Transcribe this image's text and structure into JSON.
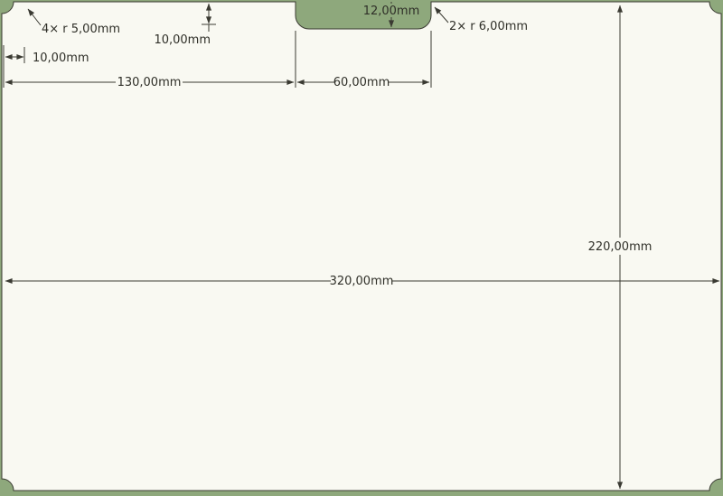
{
  "drawing": {
    "title": "dimensioned plate drawing",
    "labels": {
      "corner_callout": "4× r 5,00mm",
      "dim_v10": "10,00mm",
      "dim_h10": "10,00mm",
      "dim_130": "130,00mm",
      "dim_60": "60,00mm",
      "dim_12": "12,00mm",
      "notch_callout": "2× r 6,00mm",
      "dim_220": "220,00mm",
      "dim_320": "320,00mm"
    },
    "dimensions_mm": {
      "plate_width": 320.0,
      "plate_height": 220.0,
      "corner_radius": 5.0,
      "corner_radius_count": 4,
      "notch_offset_left": 130.0,
      "notch_width": 60.0,
      "notch_depth": 12.0,
      "notch_radius": 6.0,
      "notch_radius_count": 2,
      "edge_offset": 10.0
    },
    "colors": {
      "background": "#8ea87c",
      "plate": "#f9f9f2",
      "line": "#3a3a32",
      "text": "#2f2f28"
    }
  }
}
